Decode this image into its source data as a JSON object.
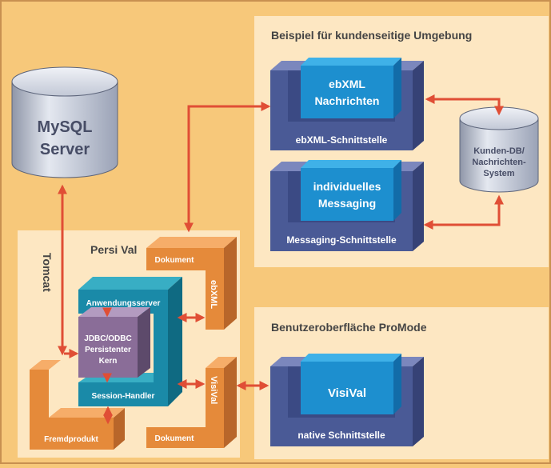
{
  "database": {
    "line1": "MySQL",
    "line2": "Server"
  },
  "customer_env": {
    "heading": "Beispiel für kundenseitige Umgebung",
    "ebxml_block": {
      "line1": "ebXML",
      "line2": "Nachrichten",
      "interface": "ebXML-Schnittstelle"
    },
    "messaging_block": {
      "line1": "individuelles",
      "line2": "Messaging",
      "interface": "Messaging-Schnittstelle"
    },
    "customer_db": {
      "line1": "Kunden-DB/",
      "line2": "Nachrichten-",
      "line3": "System"
    }
  },
  "container": {
    "tomcat": "Tomcat",
    "persival": "Persi Val",
    "app_server": "Anwendungsserver",
    "core": {
      "line1": "JDBC/ODBC",
      "line2": "Persistenter",
      "line3": "Kern"
    },
    "session_handler": "Session-Handler",
    "ebxml_doc": {
      "doc": "Dokument",
      "vertical": "ebXML"
    },
    "visival_doc": {
      "doc": "Dokument",
      "vertical": "VisiVal"
    },
    "third_party": "Fremdprodukt"
  },
  "ui": {
    "heading": "Benutzeroberfläche ProMode",
    "block_label": "VisiVal",
    "interface": "native Schnittstelle"
  },
  "colors": {
    "background": "#f7c87a",
    "panel": "#fde7c2",
    "orange": "#e58a3a",
    "blue_dark": "#4a5a96",
    "cyan": "#1d8fcf",
    "teal": "#1a8aa8",
    "purple": "#8a6d98",
    "arrow": "#e04e35"
  }
}
